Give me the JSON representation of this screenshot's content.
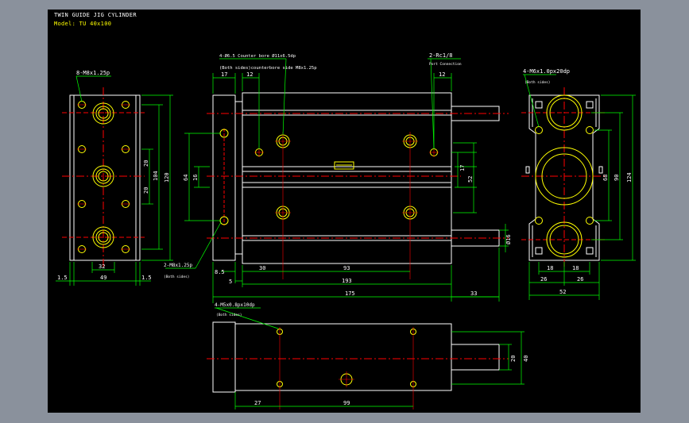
{
  "header": {
    "title": "TWIN GUIDE JIG CYLINDER",
    "model": "Model: TU 40x100"
  },
  "colors": {
    "background": "#000000",
    "outline": "#ffffff",
    "dimension": "#00ff00",
    "center_line": "#ff0000",
    "feature": "#ffff00",
    "frame": "#8a919c"
  },
  "annotations": {
    "left_tap": "8-M8x1.25p",
    "counter_bore": "4-Ø6.5  Counter bore Ø11x6.5dp",
    "counter_bore_sub": "(Both sides)counterbore side M8x1.25p",
    "port": "2-Rc1/8",
    "port_sub": "Port Connection",
    "right_tap": "4-M6x1.0px20dp",
    "right_tap_sub": "(Both sides)",
    "lower_left_tap": "2-M8x1.25p",
    "lower_left_tap_sub": "(Both sides)",
    "bottom_tap": "4-M5x0.8px10dp",
    "bottom_tap_sub": "(Both sides)"
  },
  "dims": {
    "d1_5_left": "1.5",
    "d49": "49",
    "d1_5_right": "1.5",
    "d32": "32",
    "d20_upper": "20",
    "d20_lower": "20",
    "d104": "104",
    "d120": "120",
    "d17_top": "17",
    "d12_left": "12",
    "d12_right": "12",
    "d64": "64",
    "d16": "16",
    "d17_right": "17",
    "d52_vert": "52",
    "d8_5": "8.5",
    "d5": "5",
    "d30": "30",
    "d93": "93",
    "d193": "193",
    "d175": "175",
    "d33": "33",
    "d16_rod": "Ø16",
    "d68": "68",
    "d90": "90",
    "d124": "124",
    "d18_left": "18",
    "d18_right": "18",
    "d26_left": "26",
    "d26_right": "26",
    "d52_bottom": "52",
    "d27": "27",
    "d99": "99",
    "d20_bottom": "20",
    "d40": "40"
  }
}
